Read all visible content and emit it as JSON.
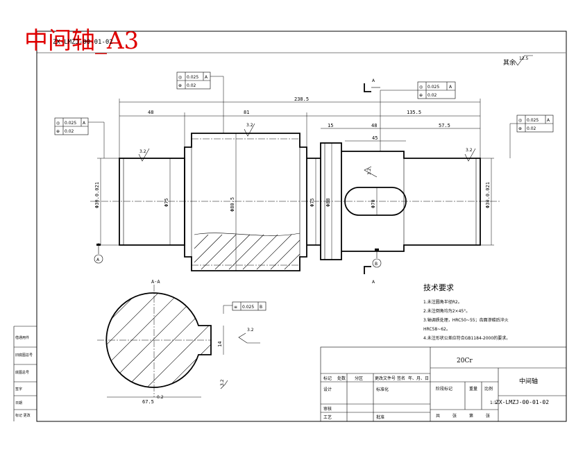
{
  "sheet_label": "中间轴_A3",
  "drawing_code_rotated": "ZX-LMZJ-00-01-02",
  "surface_roughness_rest": {
    "label": "其余",
    "value": "12.5"
  },
  "section_mark": "A",
  "section_view_label": "A-A",
  "datum_labels": {
    "a": "A",
    "b": "B"
  },
  "tolerance_frames": [
    {
      "id": "frame-left",
      "rows": [
        [
          "◎",
          "0.025",
          "A"
        ],
        [
          "⊕",
          "0.02",
          ""
        ]
      ]
    },
    {
      "id": "frame-top-left",
      "rows": [
        [
          "◎",
          "0.025",
          "A"
        ],
        [
          "⊕",
          "0.02",
          ""
        ]
      ]
    },
    {
      "id": "frame-top-right",
      "rows": [
        [
          "◎",
          "0.025",
          "A"
        ],
        [
          "⊕",
          "0.02",
          ""
        ]
      ]
    },
    {
      "id": "frame-right",
      "rows": [
        [
          "◎",
          "0.025",
          "A"
        ],
        [
          "⊕",
          "0.02",
          ""
        ]
      ]
    },
    {
      "id": "frame-section",
      "rows": [
        [
          "≡",
          "0.025",
          "B"
        ]
      ]
    }
  ],
  "dimensions": {
    "overall_length": "238.5",
    "d_48": "48",
    "d_81": "81",
    "d_135_5": "135.5",
    "d_15": "15",
    "d_48b": "48",
    "d_57_5": "57.5",
    "d_45": "45",
    "d_dia_left": "Φ30.0.021",
    "d_dia_75": "Φ75",
    "d_dia_80_5": "Φ80.5",
    "d_dia_75b": "Φ75",
    "d_dia_88": "Φ88",
    "d_dia_right": "Φ30.0.021",
    "d_keyway": "Φ70",
    "d_section_width": "67.5",
    "d_section_width_tol": "0.2",
    "d_key_depth": "14",
    "roughness": [
      "3.2",
      "3.2",
      "3.2",
      "3.2",
      "3.2",
      "3.2"
    ]
  },
  "tech_requirements": {
    "heading": "技术要求",
    "lines": [
      "1.未注圆角半径R2。",
      "2.未注倒角均为2×45°。",
      "3.轴调质处理，HRC50~55；齿面渗碳后淬火",
      "HRC58~62。",
      "4.未注形状公差应符合GB1184-2000的要求。"
    ]
  },
  "title_block": {
    "material": "20Cr",
    "part_name": "中间轴",
    "drawing_no": "ZX-LMZJ-00-01-02",
    "scale": "1:1",
    "stage_label": "阶段标记",
    "weight_label": "重量",
    "scale_label": "比例",
    "row_labels": [
      "标记",
      "处数",
      "分区",
      "更改文件号",
      "签名",
      "年、月、日"
    ],
    "design_label": "设计",
    "standard_label": "标准化",
    "review_label": "审核",
    "process_label": "工艺",
    "approve_label": "批准",
    "sheets_label": "共",
    "sheet_label": "张",
    "page_label": "第",
    "page_label2": "张"
  },
  "side_labels": [
    "借通用件",
    "旧底图总号",
    "底图总号",
    "签字",
    "日期",
    "标记 更改"
  ]
}
